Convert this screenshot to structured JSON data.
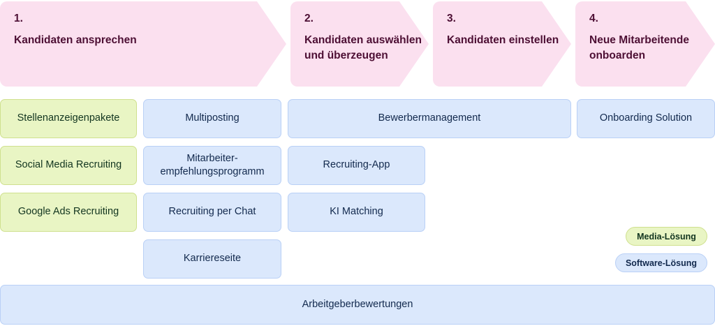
{
  "phases": [
    {
      "num": "1.",
      "title": "Kandidaten ansprechen"
    },
    {
      "num": "2.",
      "title": "Kandidaten auswählen und überzeugen"
    },
    {
      "num": "3.",
      "title": "Kandidaten einstellen"
    },
    {
      "num": "4.",
      "title": "Neue Mitarbeitende onboarden"
    }
  ],
  "boxes": [
    {
      "label": "Stellenanzeigenpakete",
      "type": "media"
    },
    {
      "label": "Multiposting",
      "type": "software"
    },
    {
      "label": "Bewerbermanagement",
      "type": "software"
    },
    {
      "label": "Onboarding Solution",
      "type": "software"
    },
    {
      "label": "Social Media Recruiting",
      "type": "media"
    },
    {
      "label": "Mitarbeiter-empfehlungsprogramm",
      "type": "software"
    },
    {
      "label": "Recruiting-App",
      "type": "software"
    },
    {
      "label": "Google Ads Recruiting",
      "type": "media"
    },
    {
      "label": "Recruiting per Chat",
      "type": "software"
    },
    {
      "label": "KI Matching",
      "type": "software"
    },
    {
      "label": "Karriereseite",
      "type": "software"
    },
    {
      "label": "Arbeitgeberbewertungen",
      "type": "software"
    }
  ],
  "legend": [
    {
      "label": "Media-Lösung",
      "type": "media"
    },
    {
      "label": "Software-Lösung",
      "type": "software"
    }
  ],
  "colors": {
    "phase_fill": "#fbe0ef",
    "phase_text": "#4d0f34",
    "media_fill": "#e9f5c4",
    "media_border": "#cfe08e",
    "media_text": "#12351f",
    "software_fill": "#dbe8fc",
    "software_border": "#b9d0f6",
    "software_text": "#12294d",
    "background": "#ffffff"
  }
}
